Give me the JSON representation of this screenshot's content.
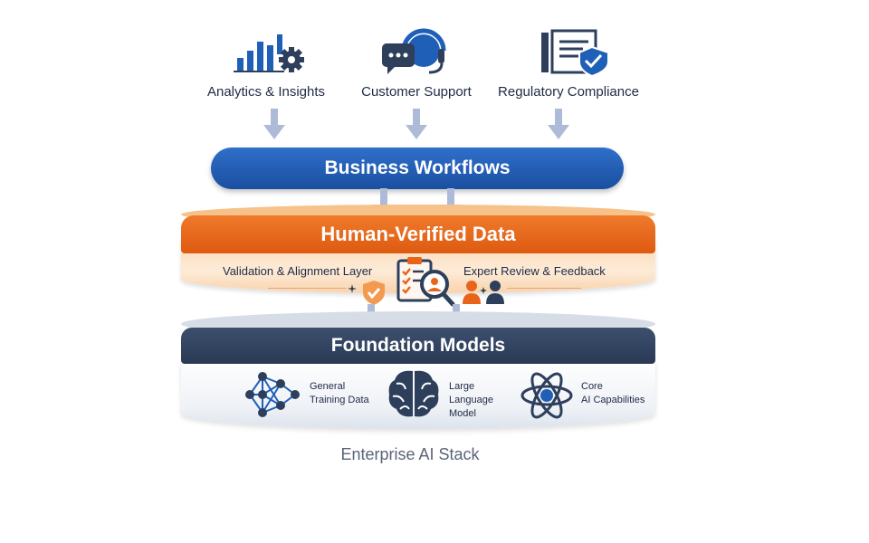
{
  "top_sources": [
    {
      "label": "Analytics & Insights",
      "icon": "analytics-chart-gear-icon"
    },
    {
      "label": "Customer Support",
      "icon": "headset-chat-icon"
    },
    {
      "label": "Regulatory Compliance",
      "icon": "document-shield-icon"
    }
  ],
  "business_workflows": {
    "title": "Business Workflows"
  },
  "human_verified": {
    "title": "Human-Verified Data",
    "left_label": "Validation & Alignment Layer",
    "right_label": "Expert Review & Feedback",
    "icons": [
      "shield-check-icon",
      "checklist-magnifier-icon",
      "reviewers-icon"
    ]
  },
  "foundation": {
    "title": "Foundation Models",
    "items": [
      {
        "label": "General\nTraining Data",
        "icon": "neural-network-icon"
      },
      {
        "label": "Large\nLanguage\nModel",
        "icon": "brain-icon"
      },
      {
        "label": "Core\nAI Capabilities",
        "icon": "atom-icon"
      }
    ]
  },
  "footer": {
    "caption": "Enterprise AI Stack"
  },
  "colors": {
    "blue": "#1f5fb8",
    "orange": "#e8641a",
    "navy": "#2e3f5c",
    "arrow": "#aebbd8"
  }
}
